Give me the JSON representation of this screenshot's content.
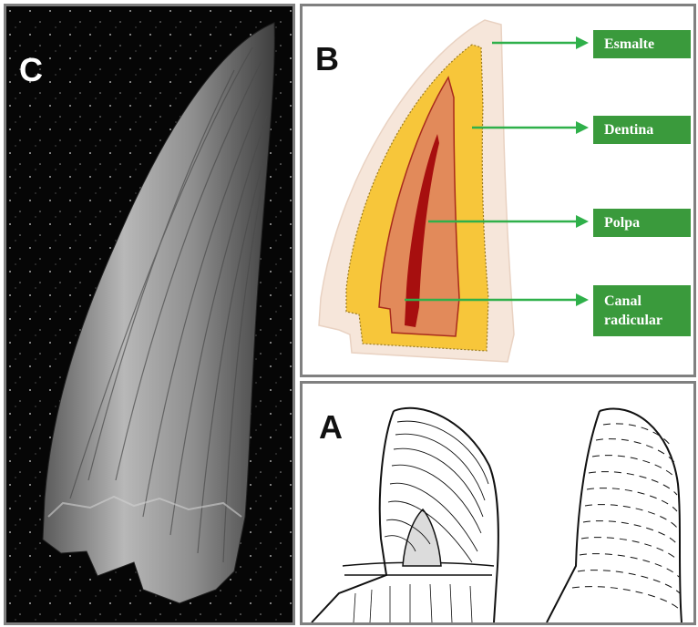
{
  "figure": {
    "panels": [
      {
        "letter": "C"
      },
      {
        "letter": "B"
      },
      {
        "letter": "A"
      }
    ],
    "tooth_labels": [
      {
        "text": "Esmalte"
      },
      {
        "text": "Dentina"
      },
      {
        "text": "Polpa"
      },
      {
        "text": "Canal\nradicular"
      }
    ],
    "colors": {
      "label_box": "#3a9a3c",
      "arrow": "#2fb04a",
      "enamel": "#f6e6da",
      "dentin": "#f7c63a",
      "pulp": "#e28a5a",
      "root_canal": "#a70f0f",
      "panel_border": "#808080"
    }
  }
}
